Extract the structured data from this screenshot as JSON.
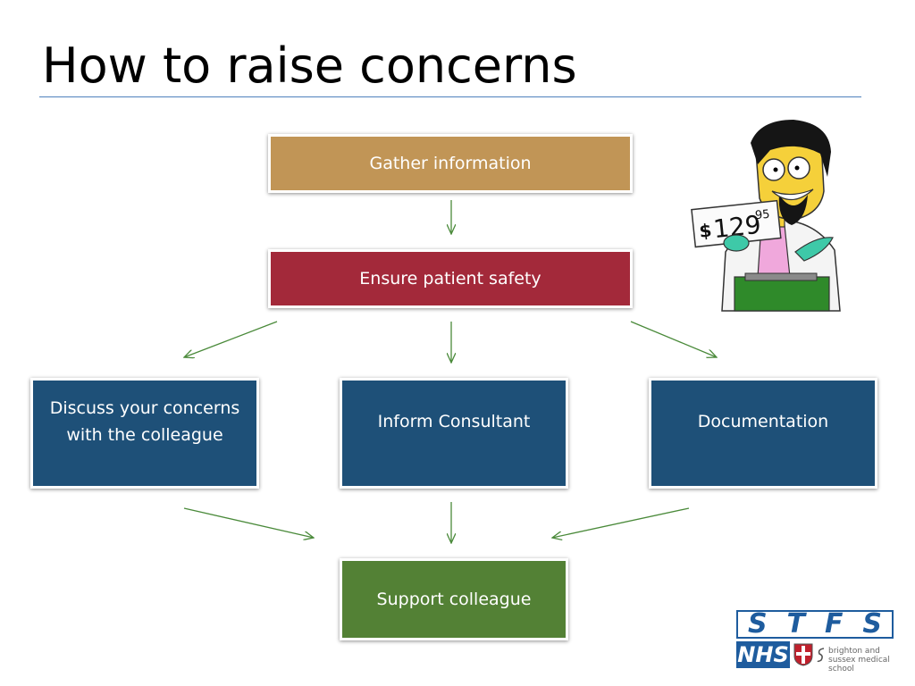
{
  "title": "How to raise concerns",
  "flow": {
    "step1": "Gather information",
    "step2": "Ensure patient safety",
    "options": {
      "discuss": "Discuss your concerns with the colleague",
      "inform": "Inform Consultant",
      "documentation": "Documentation"
    },
    "final": "Support colleague"
  },
  "cartoon": {
    "price_dollar": "$",
    "price_main": "129",
    "price_cents": "95"
  },
  "logo": {
    "letters": [
      "S",
      "T",
      "F",
      "S"
    ],
    "nhs": "NHS",
    "school": "brighton and sussex medical school"
  },
  "colors": {
    "gather": "#c19556",
    "safety": "#a3293a",
    "options": "#1e5078",
    "support": "#538135",
    "arrows": "#4a8a3a"
  }
}
